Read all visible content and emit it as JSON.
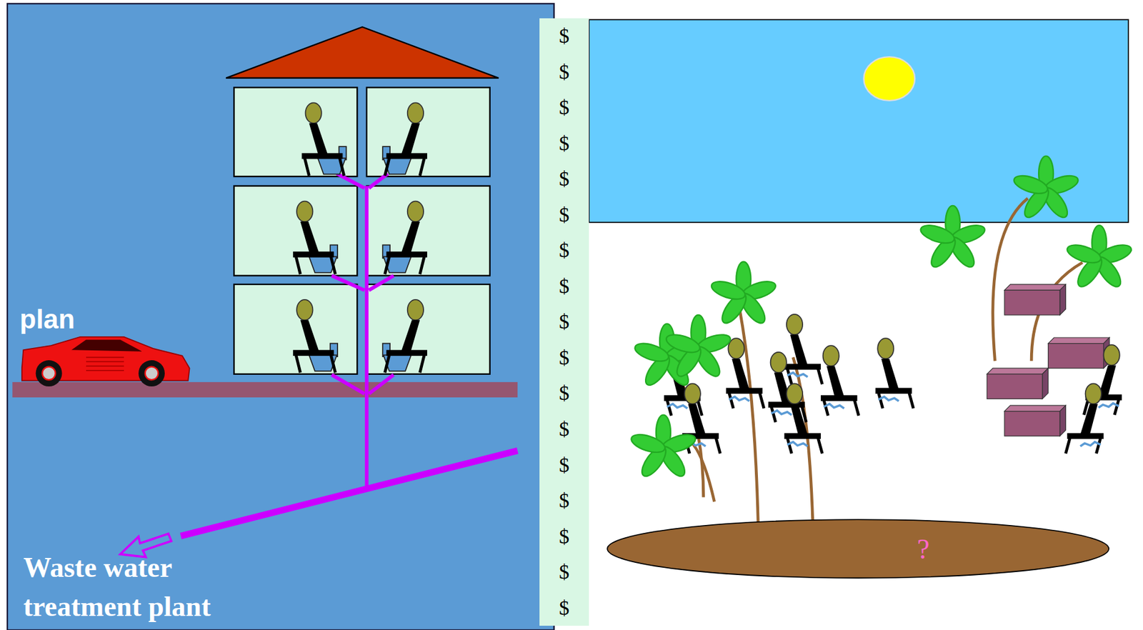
{
  "diagram": {
    "nodes": [
      {
        "text": [
          "$",
          "$",
          "$",
          "$",
          "$",
          "$",
          "$",
          "$",
          "$",
          "$",
          "$",
          "$",
          "$",
          "$",
          "$",
          "$",
          "$"
        ]
      },
      {
        "text": [
          "?"
        ]
      }
    ],
    "labels": [
      "plan",
      "Waste water treatment plant"
    ]
  }
}
